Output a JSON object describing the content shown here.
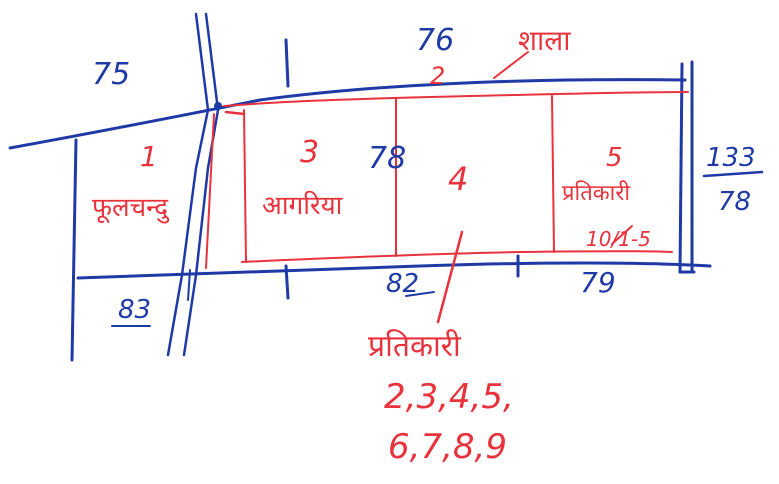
{
  "colors": {
    "blue_ink": "#1f3aa6",
    "red_ink": "#e8323c",
    "paper": "#ffffff"
  },
  "plots": {
    "p1": {
      "number": "1",
      "name": "फूलचन्दु"
    },
    "p3": {
      "number": "3",
      "name": "आगरिया"
    },
    "p4": {
      "number": "4"
    },
    "p5": {
      "number": "5",
      "name": "प्रतिकारी",
      "fraction": "10/1-5"
    }
  },
  "neighbors": {
    "n75": "75",
    "n76": "76",
    "n78": "78",
    "n82": "82",
    "n83": "83",
    "n79": "79",
    "n133": "133",
    "n78b": "78"
  },
  "annotations": {
    "shala": "शाला",
    "shala_num": "2",
    "pratikari_label": "प्रतिकारी",
    "pratikari_line1": "2,3,4,5,",
    "pratikari_line2": "6,7,8,9"
  }
}
